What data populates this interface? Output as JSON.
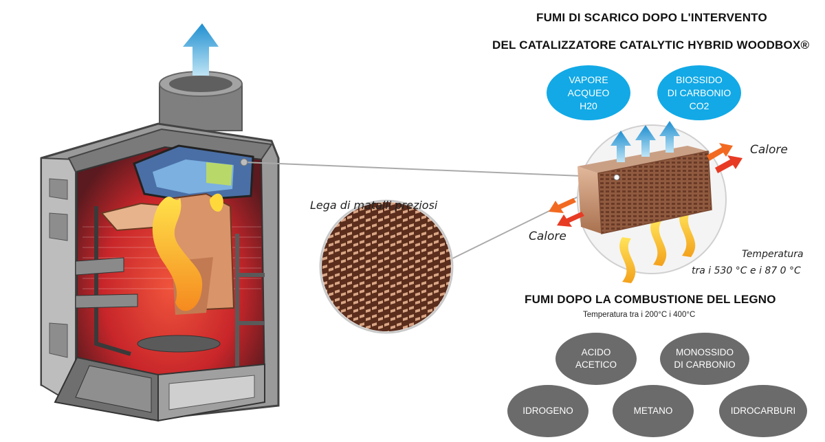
{
  "colors": {
    "blue_bubble": "#12a9e6",
    "gray_bubble": "#6b6b6b",
    "flame": "#f7a21b",
    "catalyst": "#b8866a",
    "firebox_glow": "#e8392a",
    "stove_gray": "#8a8a8a"
  },
  "exhaust": {
    "title_line1": "FUMI DI SCARICO DOPO L'INTERVENTO",
    "title_line2": "DEL CATALIZZATORE CATALYTIC HYBRID WOODBOX®",
    "gases": [
      {
        "label": "VAPORE\nACQUEO\nH20"
      },
      {
        "label": "BIOSSIDO\nDI CARBONIO\nCO2"
      }
    ]
  },
  "catalyst": {
    "metal_label": "Lega di matalli preziosi",
    "heat_label_right": "Calore",
    "heat_label_left": "Calore",
    "temperature_line1": "Temperatura",
    "temperature_line2": "tra i 530 °C e i 87 0 °C"
  },
  "combustion": {
    "title": "FUMI DOPO LA COMBUSTIONE DEL LEGNO",
    "temperature": "Temperatura tra i 200°C i 400°C",
    "gases": [
      {
        "label": "ACIDO\nACETICO"
      },
      {
        "label": "MONOSSIDO\nDI CARBONIO"
      },
      {
        "label": "IDROGENO"
      },
      {
        "label": "METANO"
      },
      {
        "label": "IDROCARBURI"
      }
    ]
  },
  "icons": {
    "chimney_arrow": "up-arrow-icon",
    "vapor_arrows": "up-arrow-icon",
    "heat_arrows": "heat-arrow-icon",
    "flames": "flame-icon"
  }
}
